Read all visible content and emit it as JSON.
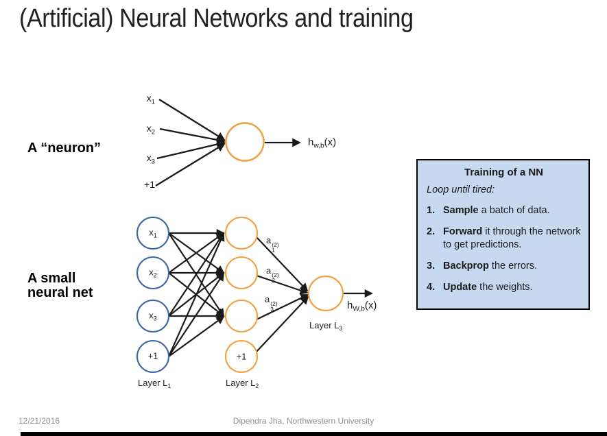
{
  "slide": {
    "title": "(Artificial) Neural Networks and training",
    "footer": {
      "date": "12/21/2016",
      "attribution": "Dipendra Jha, Northwestern University"
    }
  },
  "neuron": {
    "section_label": "A “neuron”",
    "inputs": [
      {
        "base": "x",
        "sub": "1"
      },
      {
        "base": "x",
        "sub": "2"
      },
      {
        "base": "x",
        "sub": "3"
      },
      {
        "base": "+1",
        "sub": ""
      }
    ],
    "output": {
      "base": "h",
      "sub": "w,b",
      "suffix": "(x)"
    }
  },
  "network": {
    "section_label": "A small neural net",
    "layer1_nodes": [
      {
        "base": "x",
        "sub": "1"
      },
      {
        "base": "x",
        "sub": "2"
      },
      {
        "base": "x",
        "sub": "3"
      },
      {
        "base": "+1",
        "sub": ""
      }
    ],
    "layer2_bias": "+1",
    "activations": [
      {
        "base": "a",
        "sub": "1",
        "sup": "(2)"
      },
      {
        "base": "a",
        "sub": "2",
        "sup": "(2)"
      },
      {
        "base": "a",
        "sub": "3",
        "sup": "(2)"
      }
    ],
    "output": {
      "base": "h",
      "sub": "W,b",
      "suffix": "(x)"
    },
    "layer_labels": [
      {
        "base": "Layer L",
        "sub": "1"
      },
      {
        "base": "Layer L",
        "sub": "2"
      },
      {
        "base": "Layer L",
        "sub": "3"
      }
    ]
  },
  "training_box": {
    "title": "Training of a NN",
    "intro": "Loop until tired:",
    "steps": [
      {
        "num": "1.",
        "bold": "Sample",
        "rest": " a batch of data."
      },
      {
        "num": "2.",
        "bold": "Forward",
        "rest": " it through the network to get predictions."
      },
      {
        "num": "3.",
        "bold": "Backprop",
        "rest": " the errors."
      },
      {
        "num": "4.",
        "bold": "Update",
        "rest": " the weights."
      }
    ]
  },
  "colors": {
    "layer1_node_stroke": "#3a68a0",
    "layer2_node_stroke": "#f2a044",
    "line_color": "#1a1a1a",
    "box_bg": "#c6d9f0",
    "box_border": "#000000",
    "footer_text": "#909090"
  }
}
